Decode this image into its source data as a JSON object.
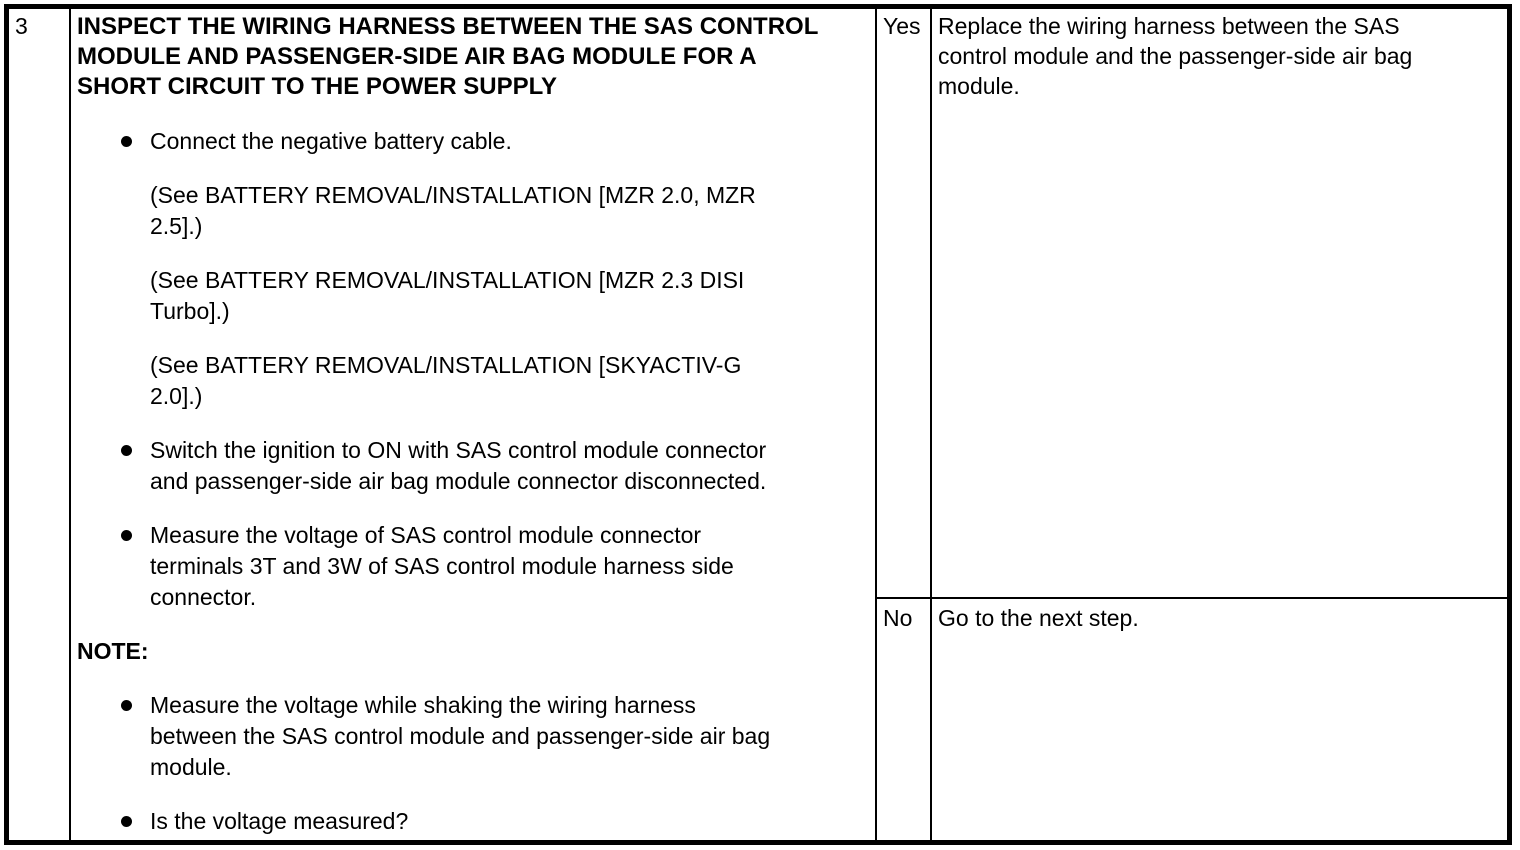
{
  "colors": {
    "ink": "#000000",
    "paper": "#ffffff"
  },
  "table": {
    "step_number": "3",
    "procedure": {
      "title_lines": [
        "INSPECT THE WIRING HARNESS BETWEEN THE SAS CONTROL",
        "MODULE AND PASSENGER-SIDE AIR BAG MODULE FOR A",
        "SHORT CIRCUIT TO THE POWER SUPPLY"
      ],
      "items": [
        {
          "type": "bullet",
          "lines": [
            "Connect the negative battery cable."
          ]
        },
        {
          "type": "sub",
          "lines": [
            "(See BATTERY REMOVAL/INSTALLATION [MZR 2.0, MZR",
            "2.5].)"
          ]
        },
        {
          "type": "sub",
          "lines": [
            "(See BATTERY REMOVAL/INSTALLATION [MZR 2.3 DISI",
            "Turbo].)"
          ]
        },
        {
          "type": "sub",
          "lines": [
            "(See BATTERY REMOVAL/INSTALLATION [SKYACTIV-G",
            "2.0].)"
          ]
        },
        {
          "type": "bullet",
          "lines": [
            "Switch the ignition to ON with SAS control module connector",
            "and passenger-side air bag module connector disconnected."
          ]
        },
        {
          "type": "bullet",
          "lines": [
            "Measure the voltage of SAS control module connector",
            "terminals 3T and 3W of SAS control module harness side",
            "connector."
          ]
        },
        {
          "type": "note",
          "lines": [
            "NOTE:"
          ]
        },
        {
          "type": "bullet",
          "lines": [
            "Measure the voltage while shaking the wiring harness",
            "between the SAS control module and passenger-side air bag",
            "module."
          ]
        },
        {
          "type": "bullet",
          "lines": [
            "Is the voltage measured?"
          ]
        }
      ]
    },
    "results": [
      {
        "answer": "Yes",
        "action_lines": [
          "Replace the wiring harness between the SAS",
          "control module and the passenger-side air bag",
          "module."
        ]
      },
      {
        "answer": "No",
        "action_lines": [
          "Go to the next step."
        ]
      }
    ]
  }
}
